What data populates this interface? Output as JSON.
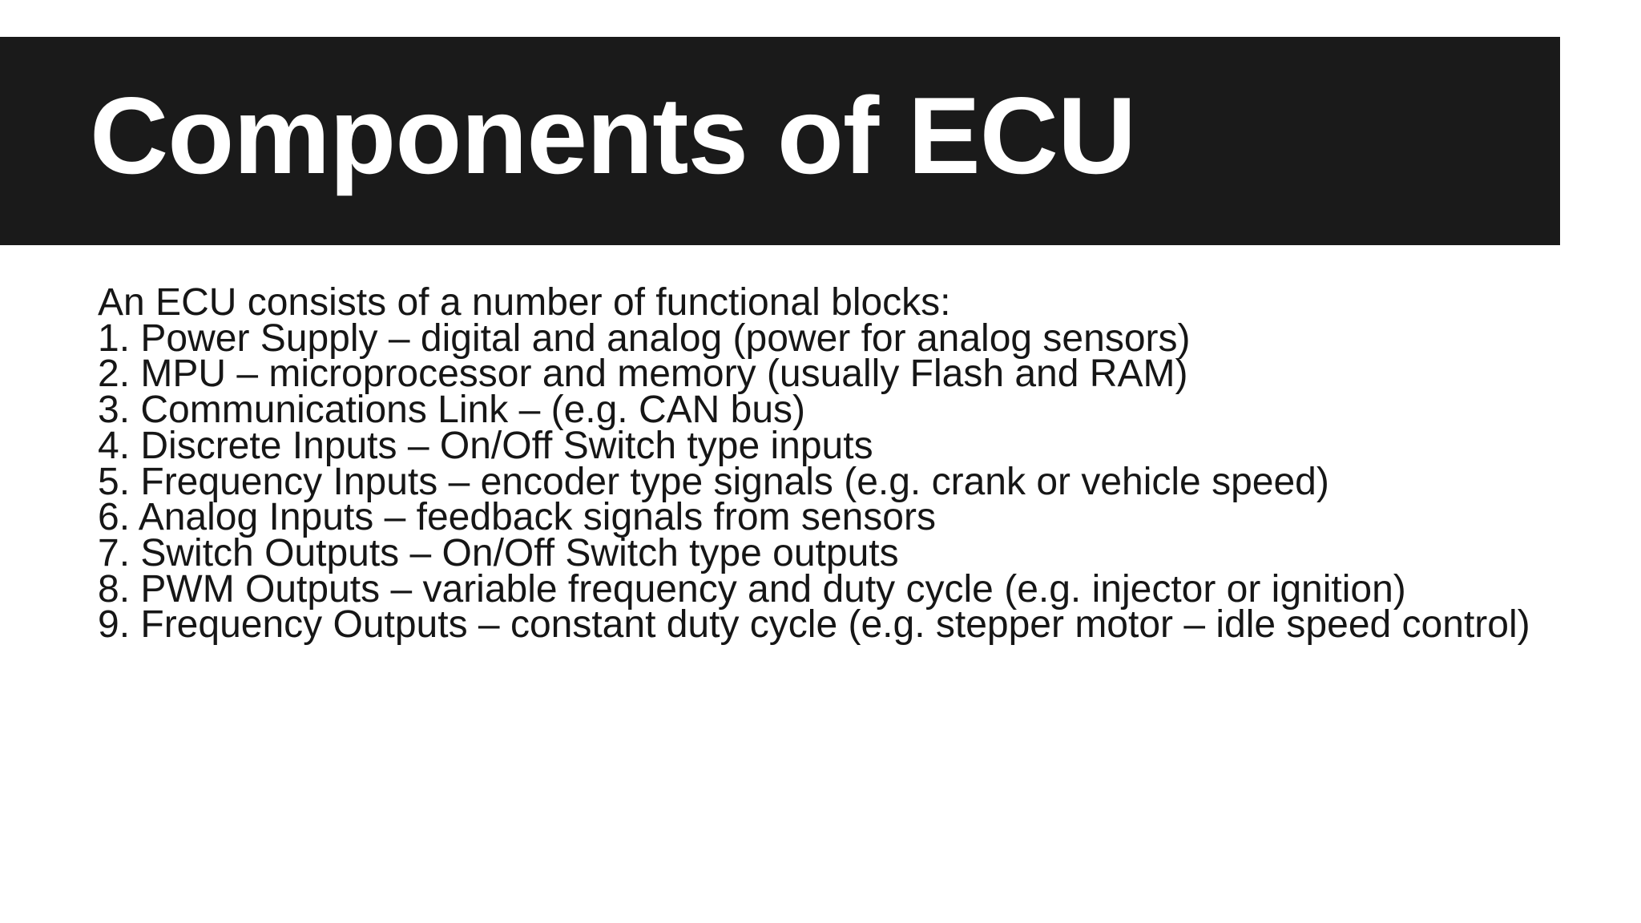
{
  "slide": {
    "title": "Components of ECU",
    "colors": {
      "banner_background": "#1a1a1a",
      "title_text": "#ffffff",
      "body_text": "#161616",
      "slide_background": "#ffffff"
    },
    "body": {
      "intro": "An ECU consists of a number of functional blocks:",
      "items": [
        "1. Power Supply – digital and analog (power for analog sensors)",
        "2. MPU – microprocessor and memory (usually Flash and RAM)",
        "3. Communications Link – (e.g. CAN bus)",
        "4. Discrete Inputs – On/Off Switch type inputs",
        "5. Frequency Inputs – encoder type signals (e.g. crank or vehicle speed)",
        "6. Analog Inputs – feedback signals from sensors",
        "7. Switch Outputs – On/Off Switch type outputs",
        "8. PWM Outputs – variable frequency and duty cycle (e.g. injector or ignition)",
        "9. Frequency Outputs – constant duty cycle (e.g. stepper motor – idle speed control)"
      ]
    }
  }
}
